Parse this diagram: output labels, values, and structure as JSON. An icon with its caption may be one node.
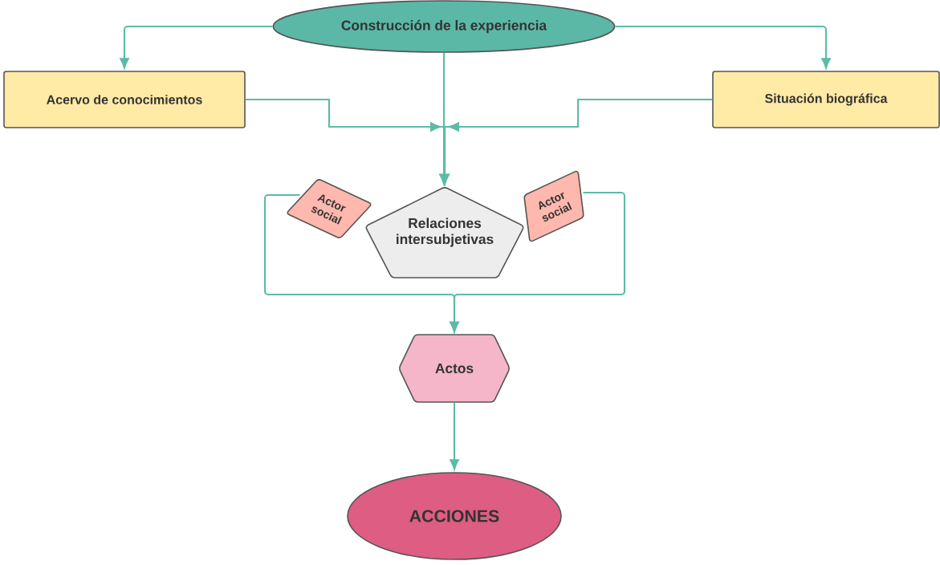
{
  "diagram": {
    "nodes": [
      {
        "text": [
          "Construcción de la experiencia"
        ]
      },
      {
        "text": [
          "Acervo de conocimientos"
        ]
      },
      {
        "text": [
          "Situación biográfica"
        ]
      },
      {
        "text": [
          "Relaciones intersubjetivas"
        ]
      },
      {
        "text": [
          "Actor social"
        ]
      },
      {
        "text": [
          "Actor social"
        ]
      },
      {
        "text": [
          "Actos"
        ]
      },
      {
        "text": [
          "ACCIONES"
        ]
      }
    ],
    "edges": [
      {
        "from": 0,
        "to": 1,
        "arrow": "to"
      },
      {
        "from": 0,
        "to": 2,
        "arrow": "to"
      },
      {
        "from": 0,
        "to": 3,
        "arrow": "to"
      },
      {
        "from": 1,
        "to": 3,
        "arrow": "to"
      },
      {
        "from": 2,
        "to": 3,
        "arrow": "to"
      },
      {
        "from": 4,
        "to": 6,
        "arrow": "to"
      },
      {
        "from": 5,
        "to": 6,
        "arrow": "to"
      },
      {
        "from": 6,
        "to": 7,
        "arrow": "to"
      }
    ]
  }
}
